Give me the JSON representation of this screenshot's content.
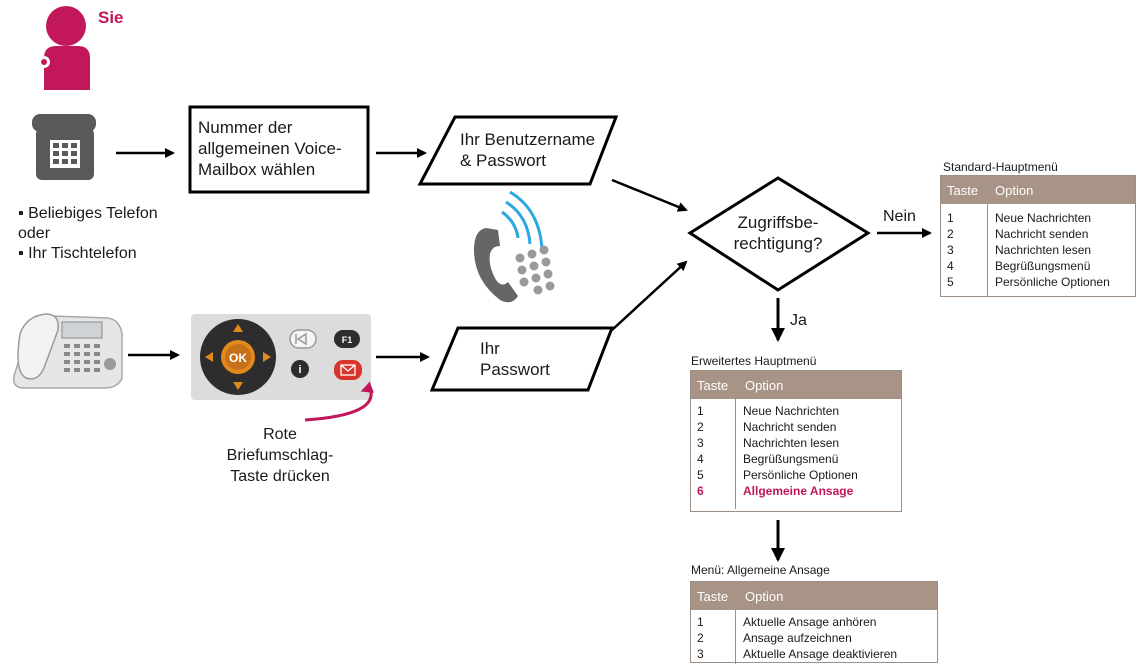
{
  "sie": {
    "label": "Sie"
  },
  "nodes": {
    "dial_box": {
      "lines": [
        "Nummer der",
        "allgemeinen Voice-",
        "Mailbox wählen"
      ]
    },
    "user_pass": {
      "lines": [
        "Ihr Benutzername",
        "& Passwort"
      ]
    },
    "password": {
      "lines": [
        "Ihr",
        "Passwort"
      ]
    },
    "access_check": {
      "lines": [
        "Zugriffsbe-",
        "rechtigung?"
      ]
    }
  },
  "phone_options": {
    "items": [
      "▪ Beliebiges Telefon",
      "oder",
      "▪ Ihr Tischtelefon"
    ]
  },
  "caption": {
    "lines": [
      "Rote",
      "Briefumschlag-",
      "Taste drücken"
    ]
  },
  "edges": {
    "no_label": "Nein",
    "yes_label": "Ja"
  },
  "keypad": {
    "ok_label": "OK",
    "f1_label": "F1"
  },
  "menus": {
    "standard": {
      "title": "Standard-Hauptmenü",
      "col_key": "Taste",
      "col_option": "Option",
      "rows": [
        {
          "key": "1",
          "option": "Neue Nachrichten"
        },
        {
          "key": "2",
          "option": "Nachricht senden"
        },
        {
          "key": "3",
          "option": "Nachrichten lesen"
        },
        {
          "key": "4",
          "option": "Begrüßungsmenü"
        },
        {
          "key": "5",
          "option": "Persönliche Optionen"
        }
      ]
    },
    "extended": {
      "title": "Erweitertes Hauptmenü",
      "col_key": "Taste",
      "col_option": "Option",
      "rows": [
        {
          "key": "1",
          "option": "Neue Nachrichten"
        },
        {
          "key": "2",
          "option": "Nachricht senden"
        },
        {
          "key": "3",
          "option": "Nachrichten lesen"
        },
        {
          "key": "4",
          "option": "Begrüßungsmenü"
        },
        {
          "key": "5",
          "option": "Persönliche Optionen"
        },
        {
          "key": "6",
          "option": "Allgemeine Ansage",
          "highlight": true
        }
      ]
    },
    "general": {
      "title": "Menü: Allgemeine Ansage",
      "col_key": "Taste",
      "col_option": "Option",
      "rows": [
        {
          "key": "1",
          "option": "Aktuelle Ansage anhören"
        },
        {
          "key": "2",
          "option": "Ansage aufzeichnen"
        },
        {
          "key": "3",
          "option": "Aktuelle Ansage deaktivieren"
        }
      ]
    }
  },
  "colors": {
    "accent": "#c2185b",
    "menu_header": "#a89486",
    "phone_gray": "#595959",
    "wave_blue": "#29a9e0"
  }
}
